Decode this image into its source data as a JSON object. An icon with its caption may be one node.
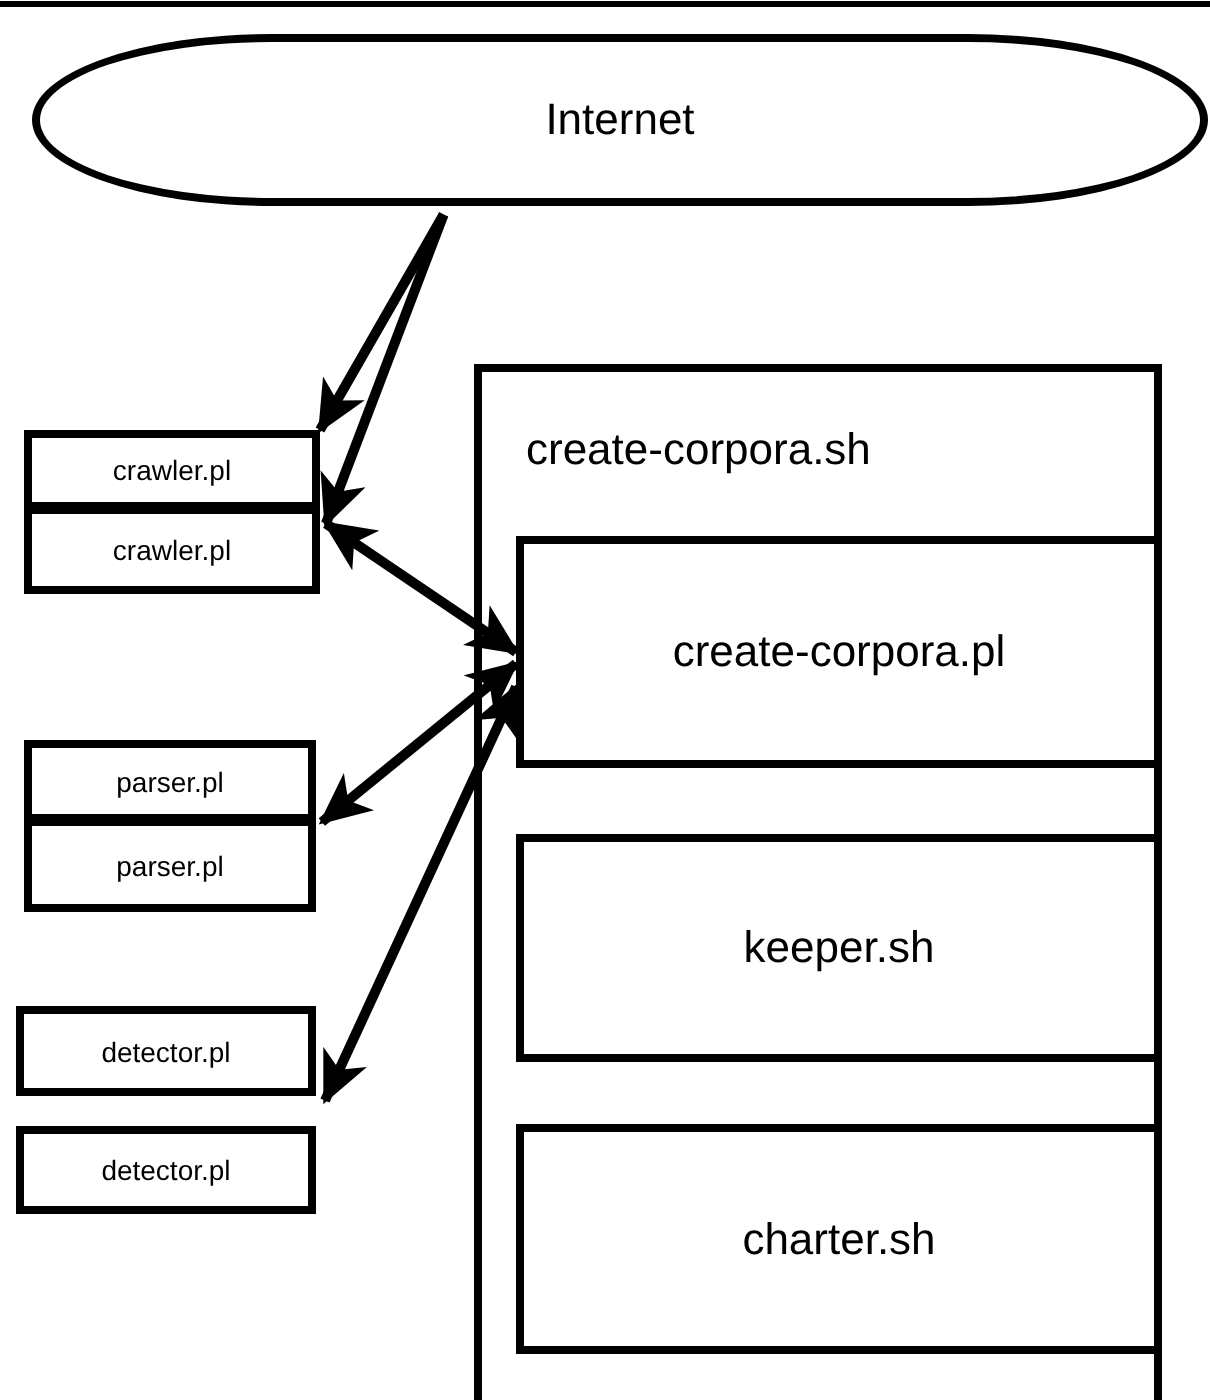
{
  "diagram": {
    "nodes": [
      {
        "text": [
          "Internet"
        ]
      },
      {
        "text": [
          "crawler.pl"
        ]
      },
      {
        "text": [
          "crawler.pl"
        ]
      },
      {
        "text": [
          "parser.pl"
        ]
      },
      {
        "text": [
          "parser.pl"
        ]
      },
      {
        "text": [
          "detector.pl"
        ]
      },
      {
        "text": [
          "detector.pl"
        ]
      },
      {
        "text": [
          "create-corpora.sh"
        ]
      },
      {
        "text": [
          "create-corpora.pl"
        ],
        "in": 7
      },
      {
        "text": [
          "keeper.sh"
        ],
        "in": 7
      },
      {
        "text": [
          "charter.sh"
        ],
        "in": 7
      }
    ],
    "edges": [
      {
        "from": 0,
        "to": 1,
        "arrow": "to"
      },
      {
        "from": 0,
        "to": 2,
        "arrow": "to"
      },
      {
        "from": 2,
        "to": 8,
        "arrow": "both"
      },
      {
        "from": 8,
        "to": 3,
        "arrow": "both"
      },
      {
        "from": 8,
        "to": 5,
        "arrow": "both"
      }
    ]
  }
}
